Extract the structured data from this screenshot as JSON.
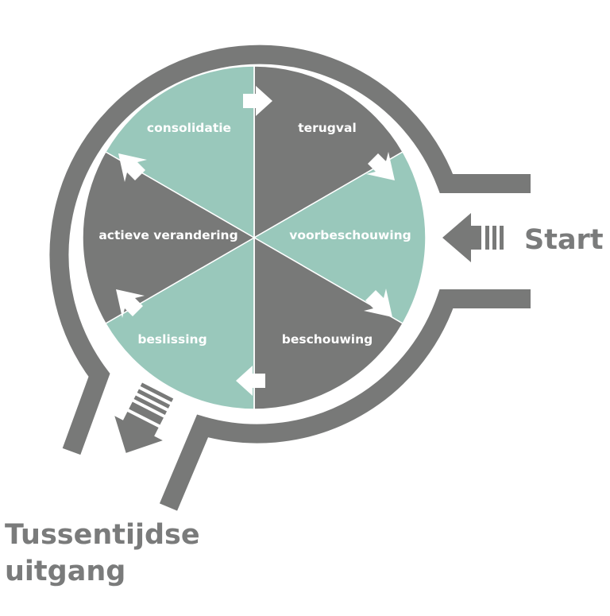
{
  "colors": {
    "gray": "#787978",
    "teal": "#99c8bb",
    "white": "#ffffff"
  },
  "stages": [
    {
      "label": "terugval",
      "color": "gray"
    },
    {
      "label": "voorbeschouwing",
      "color": "teal"
    },
    {
      "label": "beschouwing",
      "color": "gray"
    },
    {
      "label": "beslissing",
      "color": "teal"
    },
    {
      "label": "actieve verandering",
      "color": "gray"
    },
    {
      "label": "consolidatie",
      "color": "teal"
    }
  ],
  "entry": {
    "label": "Start",
    "icon": "arrow-left-icon"
  },
  "exit": {
    "line1": "Tussentijdse",
    "line2": "uitgang",
    "icon": "arrow-down-left-icon"
  }
}
